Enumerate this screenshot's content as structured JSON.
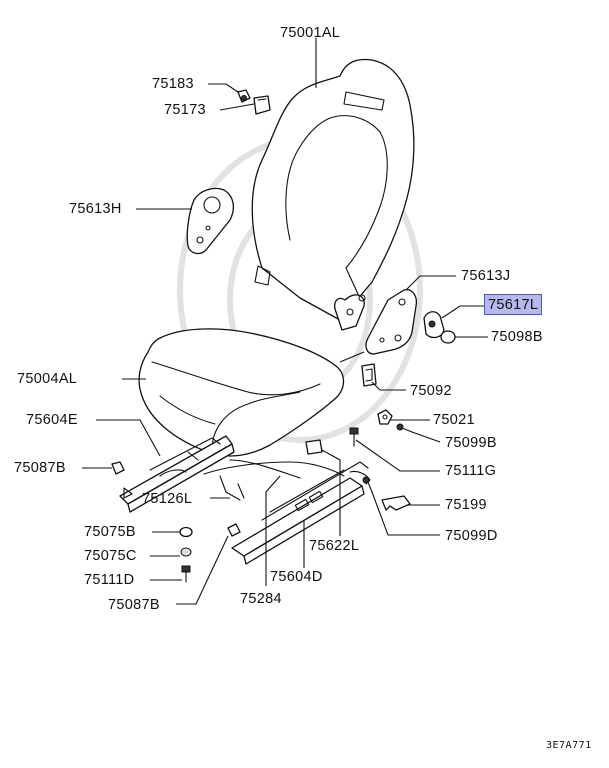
{
  "labels": {
    "seatback": "75001AL",
    "cap_a": "75183",
    "cap_b": "75173",
    "bracket_h": "75613H",
    "bracket_j": "75613J",
    "highlight_part": "75617L",
    "cap_c": "75098B",
    "cushion": "75004AL",
    "clip_a": "75092",
    "nut_a": "75021",
    "slide_e": "75604E",
    "screw_b": "75099B",
    "nut_87b_top": "75087B",
    "bolt_g": "75111G",
    "lever": "75126L",
    "plate": "75199",
    "washer_b": "75075B",
    "guide": "75622L",
    "screw_d": "75099D",
    "washer_c": "75075C",
    "bolt_d": "75111D",
    "slide_d": "75604D",
    "nut_87b_bottom": "75087B",
    "wire": "75284"
  },
  "diagram_code": "3E7A771",
  "colors": {
    "highlight": "#b7b9ec",
    "highlight_border": "#5457b8",
    "ink": "#111111"
  }
}
